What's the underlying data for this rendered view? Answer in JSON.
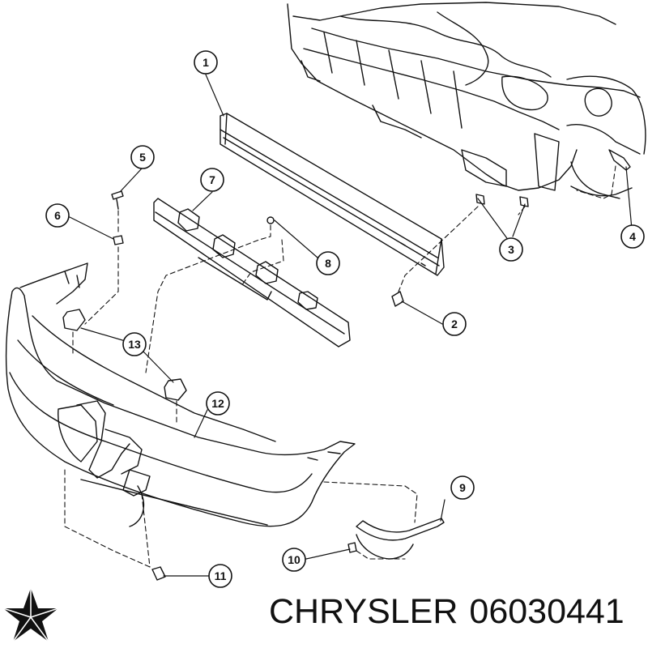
{
  "callouts": [
    "1",
    "2",
    "3",
    "4",
    "5",
    "6",
    "7",
    "8",
    "9",
    "10",
    "11",
    "12",
    "13"
  ],
  "footer": {
    "brand": "CHRYSLER",
    "part_number": "06030441"
  },
  "colors": {
    "line": "#111111",
    "background": "#ffffff"
  },
  "icons": {
    "logo": "pentastar-logo-icon"
  }
}
